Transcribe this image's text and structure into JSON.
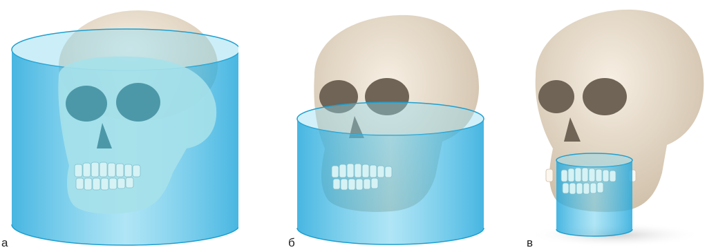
{
  "panels": [
    {
      "label": "а",
      "coverage": "full-skull"
    },
    {
      "label": "б",
      "coverage": "lower-face"
    },
    {
      "label": "в",
      "coverage": "dental-arch"
    }
  ],
  "colors": {
    "bone": "#efe4d4",
    "bone_shadow": "#cdbda6",
    "socket": "#6f6455",
    "volume_fill": "#36b8e2",
    "volume_edge": "#1d9fd0",
    "tinted_bone": "#9fdde8"
  }
}
